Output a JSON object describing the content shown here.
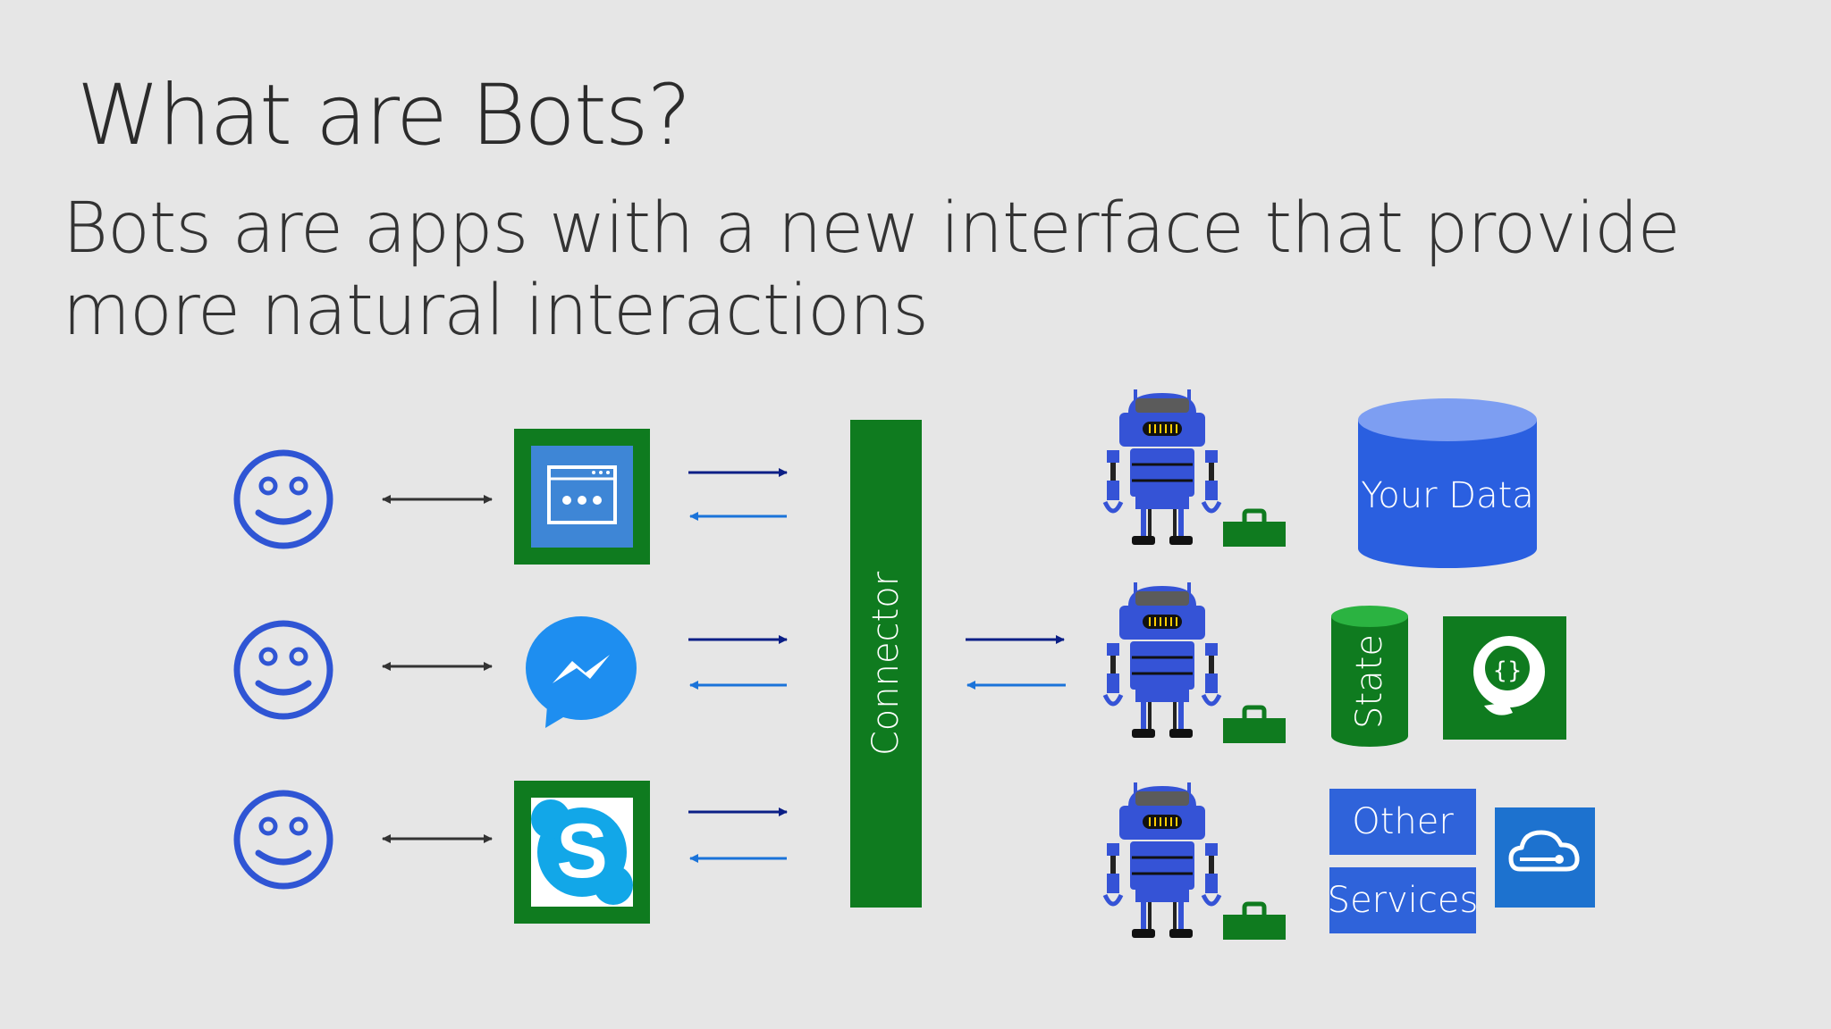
{
  "slide": {
    "title": "What are Bots?",
    "subtitle": "Bots are apps with a new interface that provide more natural interactions"
  },
  "diagram": {
    "connector_label": "Connector",
    "your_data_label": "Your Data",
    "state_label": "State",
    "other_label": "Other",
    "services_label": "Services"
  },
  "colors": {
    "background": "#e6e6e6",
    "green": "#0f7b1f",
    "blue_dark": "#0b1f86",
    "blue_light": "#1a73d9",
    "robot_blue": "#3553d6",
    "db_blue": "#2a5fe0",
    "service_blue": "#2f63da",
    "azure_blue": "#1d72cf"
  }
}
